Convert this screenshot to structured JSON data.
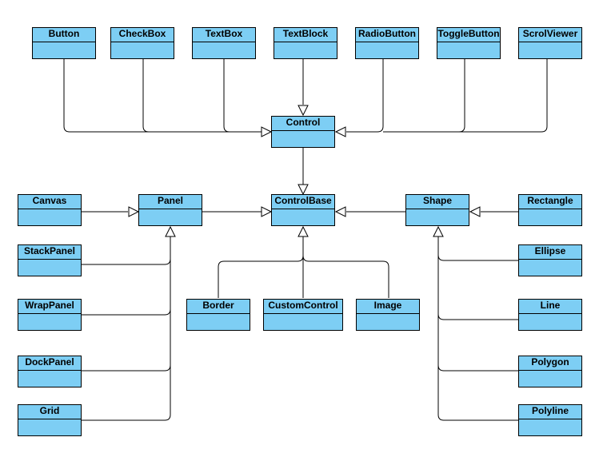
{
  "colors": {
    "class_fill": "#7dcef4",
    "stroke": "#000000",
    "background": "#ffffff"
  },
  "classes": {
    "button": "Button",
    "checkbox": "CheckBox",
    "textbox": "TextBox",
    "textblock": "TextBlock",
    "radiobutton": "RadioButton",
    "togglebutton": "ToggleButton",
    "scrollviewer": "ScrolViewer",
    "control": "Control",
    "canvas": "Canvas",
    "panel": "Panel",
    "controlbase": "ControlBase",
    "shape": "Shape",
    "rectangle": "Rectangle",
    "stackpanel": "StackPanel",
    "ellipse": "Ellipse",
    "wrappanel": "WrapPanel",
    "border": "Border",
    "customcontrol": "CustomControl",
    "image": "Image",
    "line": "Line",
    "dockpanel": "DockPanel",
    "polygon": "Polygon",
    "grid": "Grid",
    "polyline": "Polyline"
  },
  "inheritance": [
    [
      "button",
      "control"
    ],
    [
      "checkbox",
      "control"
    ],
    [
      "textbox",
      "control"
    ],
    [
      "textblock",
      "control"
    ],
    [
      "radiobutton",
      "control"
    ],
    [
      "togglebutton",
      "control"
    ],
    [
      "scrollviewer",
      "control"
    ],
    [
      "control",
      "controlbase"
    ],
    [
      "canvas",
      "panel"
    ],
    [
      "stackpanel",
      "panel"
    ],
    [
      "wrappanel",
      "panel"
    ],
    [
      "dockpanel",
      "panel"
    ],
    [
      "grid",
      "panel"
    ],
    [
      "panel",
      "controlbase"
    ],
    [
      "border",
      "controlbase"
    ],
    [
      "customcontrol",
      "controlbase"
    ],
    [
      "image",
      "controlbase"
    ],
    [
      "shape",
      "controlbase"
    ],
    [
      "rectangle",
      "shape"
    ],
    [
      "ellipse",
      "shape"
    ],
    [
      "line",
      "shape"
    ],
    [
      "polygon",
      "shape"
    ],
    [
      "polyline",
      "shape"
    ]
  ]
}
